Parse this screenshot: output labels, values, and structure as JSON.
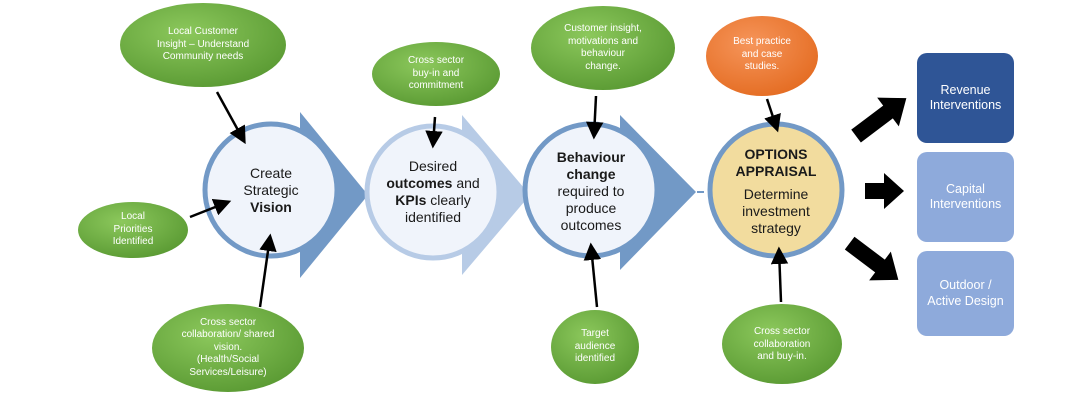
{
  "stages": {
    "vision": {
      "line1": "Create",
      "line2": "Strategic",
      "line3": "Vision"
    },
    "outcomes": {
      "line1": "Desired",
      "line2a": "outcomes",
      "line2b": " and",
      "line3a": "KPIs",
      "line3b": " clearly",
      "line4": "identified"
    },
    "behaviour": {
      "line1": "Behaviour",
      "line2": "change",
      "line3": "required to",
      "line4": "produce",
      "line5": "outcomes"
    },
    "options": {
      "title1": "OPTIONS",
      "title2": "APPRAISAL",
      "line1": "Determine",
      "line2": "investment",
      "line3": "strategy"
    }
  },
  "bubbles": {
    "local_customer": {
      "line1": "Local Customer",
      "line2": "Insight – Understand",
      "line3": "Community needs"
    },
    "local_priorities": {
      "line1": "Local",
      "line2": "Priorities",
      "line3": "Identified"
    },
    "cross_sector_shared": {
      "line1": "Cross sector",
      "line2": "collaboration/ shared",
      "line3": "vision.",
      "line4": "(Health/Social",
      "line5": "Services/Leisure)"
    },
    "cross_sector_buyin": {
      "line1": "Cross sector",
      "line2": "buy-in and",
      "line3": "commitment"
    },
    "customer_insight": {
      "line1": "Customer insight,",
      "line2": "motivations and",
      "line3": "behaviour",
      "line4": "change."
    },
    "target_audience": {
      "line1": "Target",
      "line2": "audience",
      "line3": "identified"
    },
    "best_practice": {
      "line1": "Best practice",
      "line2": "and case",
      "line3": "studies."
    },
    "cross_sector_collab": {
      "line1": "Cross sector",
      "line2": "collaboration",
      "line3": "and buy-in."
    }
  },
  "interventions": {
    "revenue": {
      "line1": "Revenue",
      "line2": "Interventions"
    },
    "capital": {
      "line1": "Capital",
      "line2": "Interventions"
    },
    "outdoor": {
      "line1": "Outdoor /",
      "line2": "Active Design"
    }
  },
  "colors": {
    "green_bubble": "#6aaa3f",
    "orange_bubble": "#ee7b30",
    "ring_blue": "#7299c6",
    "stage_fill": "#f0f4fb",
    "options_fill": "#f2dc9e",
    "box_dark": "#2f5596",
    "box_light": "#8eaadb",
    "arrow": "#000000"
  }
}
